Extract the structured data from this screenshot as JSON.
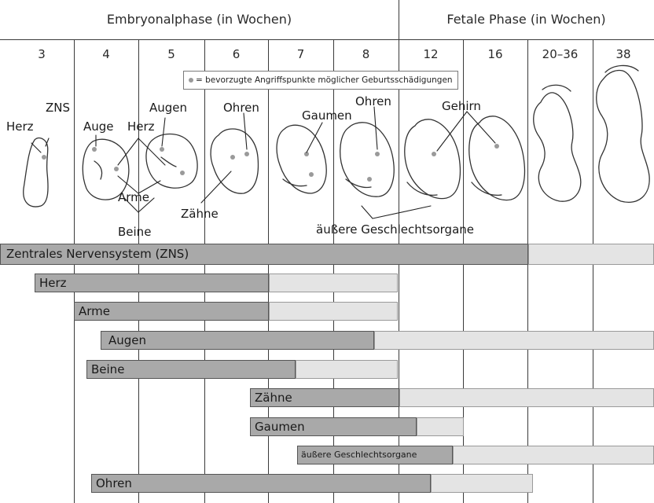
{
  "header": {
    "embryonal": "Embryonalphase (in Wochen)",
    "fetal": "Fetale Phase (in Wochen)"
  },
  "weeks": [
    "3",
    "4",
    "5",
    "6",
    "7",
    "8",
    "12",
    "16",
    "20–36",
    "38"
  ],
  "legend": {
    "text": "= bevorzugte Angriffspunkte möglicher Geburtsschädigungen"
  },
  "figure_labels": {
    "herz_3": "Herz",
    "zns": "ZNS",
    "auge": "Auge",
    "herz_4": "Herz",
    "augen": "Augen",
    "arme": "Arme",
    "beine": "Beine",
    "ohren_6": "Ohren",
    "zaehne": "Zähne",
    "gaumen": "Gaumen",
    "ohren_8": "Ohren",
    "gehirn": "Gehirn",
    "geschlecht": "äußere Geschlechtsorgane"
  },
  "bars": [
    {
      "label": "Zentrales Nervensystem (ZNS)"
    },
    {
      "label": "Herz"
    },
    {
      "label": "Arme"
    },
    {
      "label": "Augen"
    },
    {
      "label": "Beine"
    },
    {
      "label": "Zähne"
    },
    {
      "label": "Gaumen"
    },
    {
      "label": "äußere Geschlechtsorgane"
    },
    {
      "label": "Ohren"
    }
  ],
  "colors": {
    "critical": "#a9a9a9",
    "less_sensitive": "#e4e4e4"
  }
}
